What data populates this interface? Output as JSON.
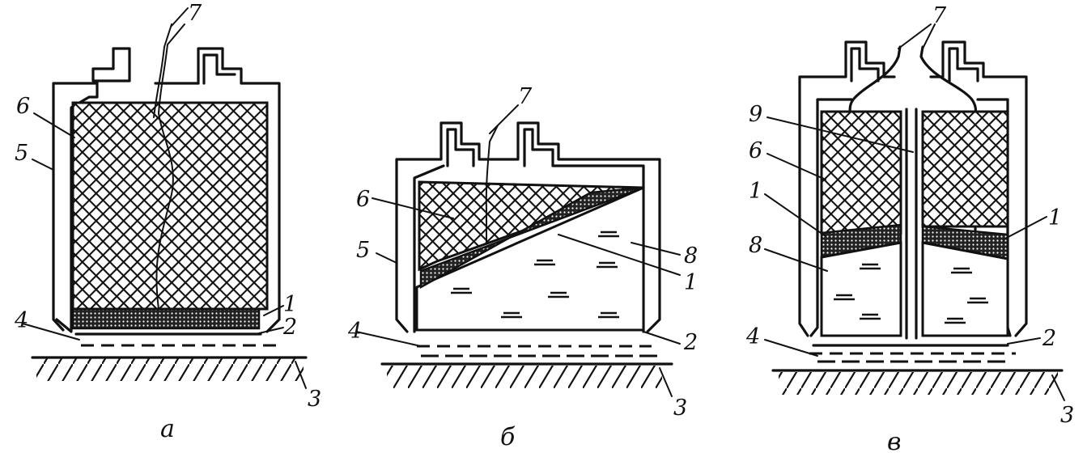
{
  "figure": {
    "captions": {
      "a": "а",
      "b": "б",
      "v": "в"
    },
    "panel_a": {
      "labels": {
        "l1": "1",
        "l2": "2",
        "l3": "3",
        "l4": "4",
        "l5": "5",
        "l6": "6",
        "l7": "7"
      }
    },
    "panel_b": {
      "labels": {
        "l1": "1",
        "l2": "2",
        "l3": "3",
        "l4": "4",
        "l5": "5",
        "l6": "6",
        "l7": "7",
        "l8": "8"
      }
    },
    "panel_v": {
      "labels": {
        "l1a": "1",
        "l1b": "1",
        "l2": "2",
        "l3": "3",
        "l4": "4",
        "l6": "6",
        "l7": "7",
        "l8": "8",
        "l9": "9"
      }
    }
  }
}
